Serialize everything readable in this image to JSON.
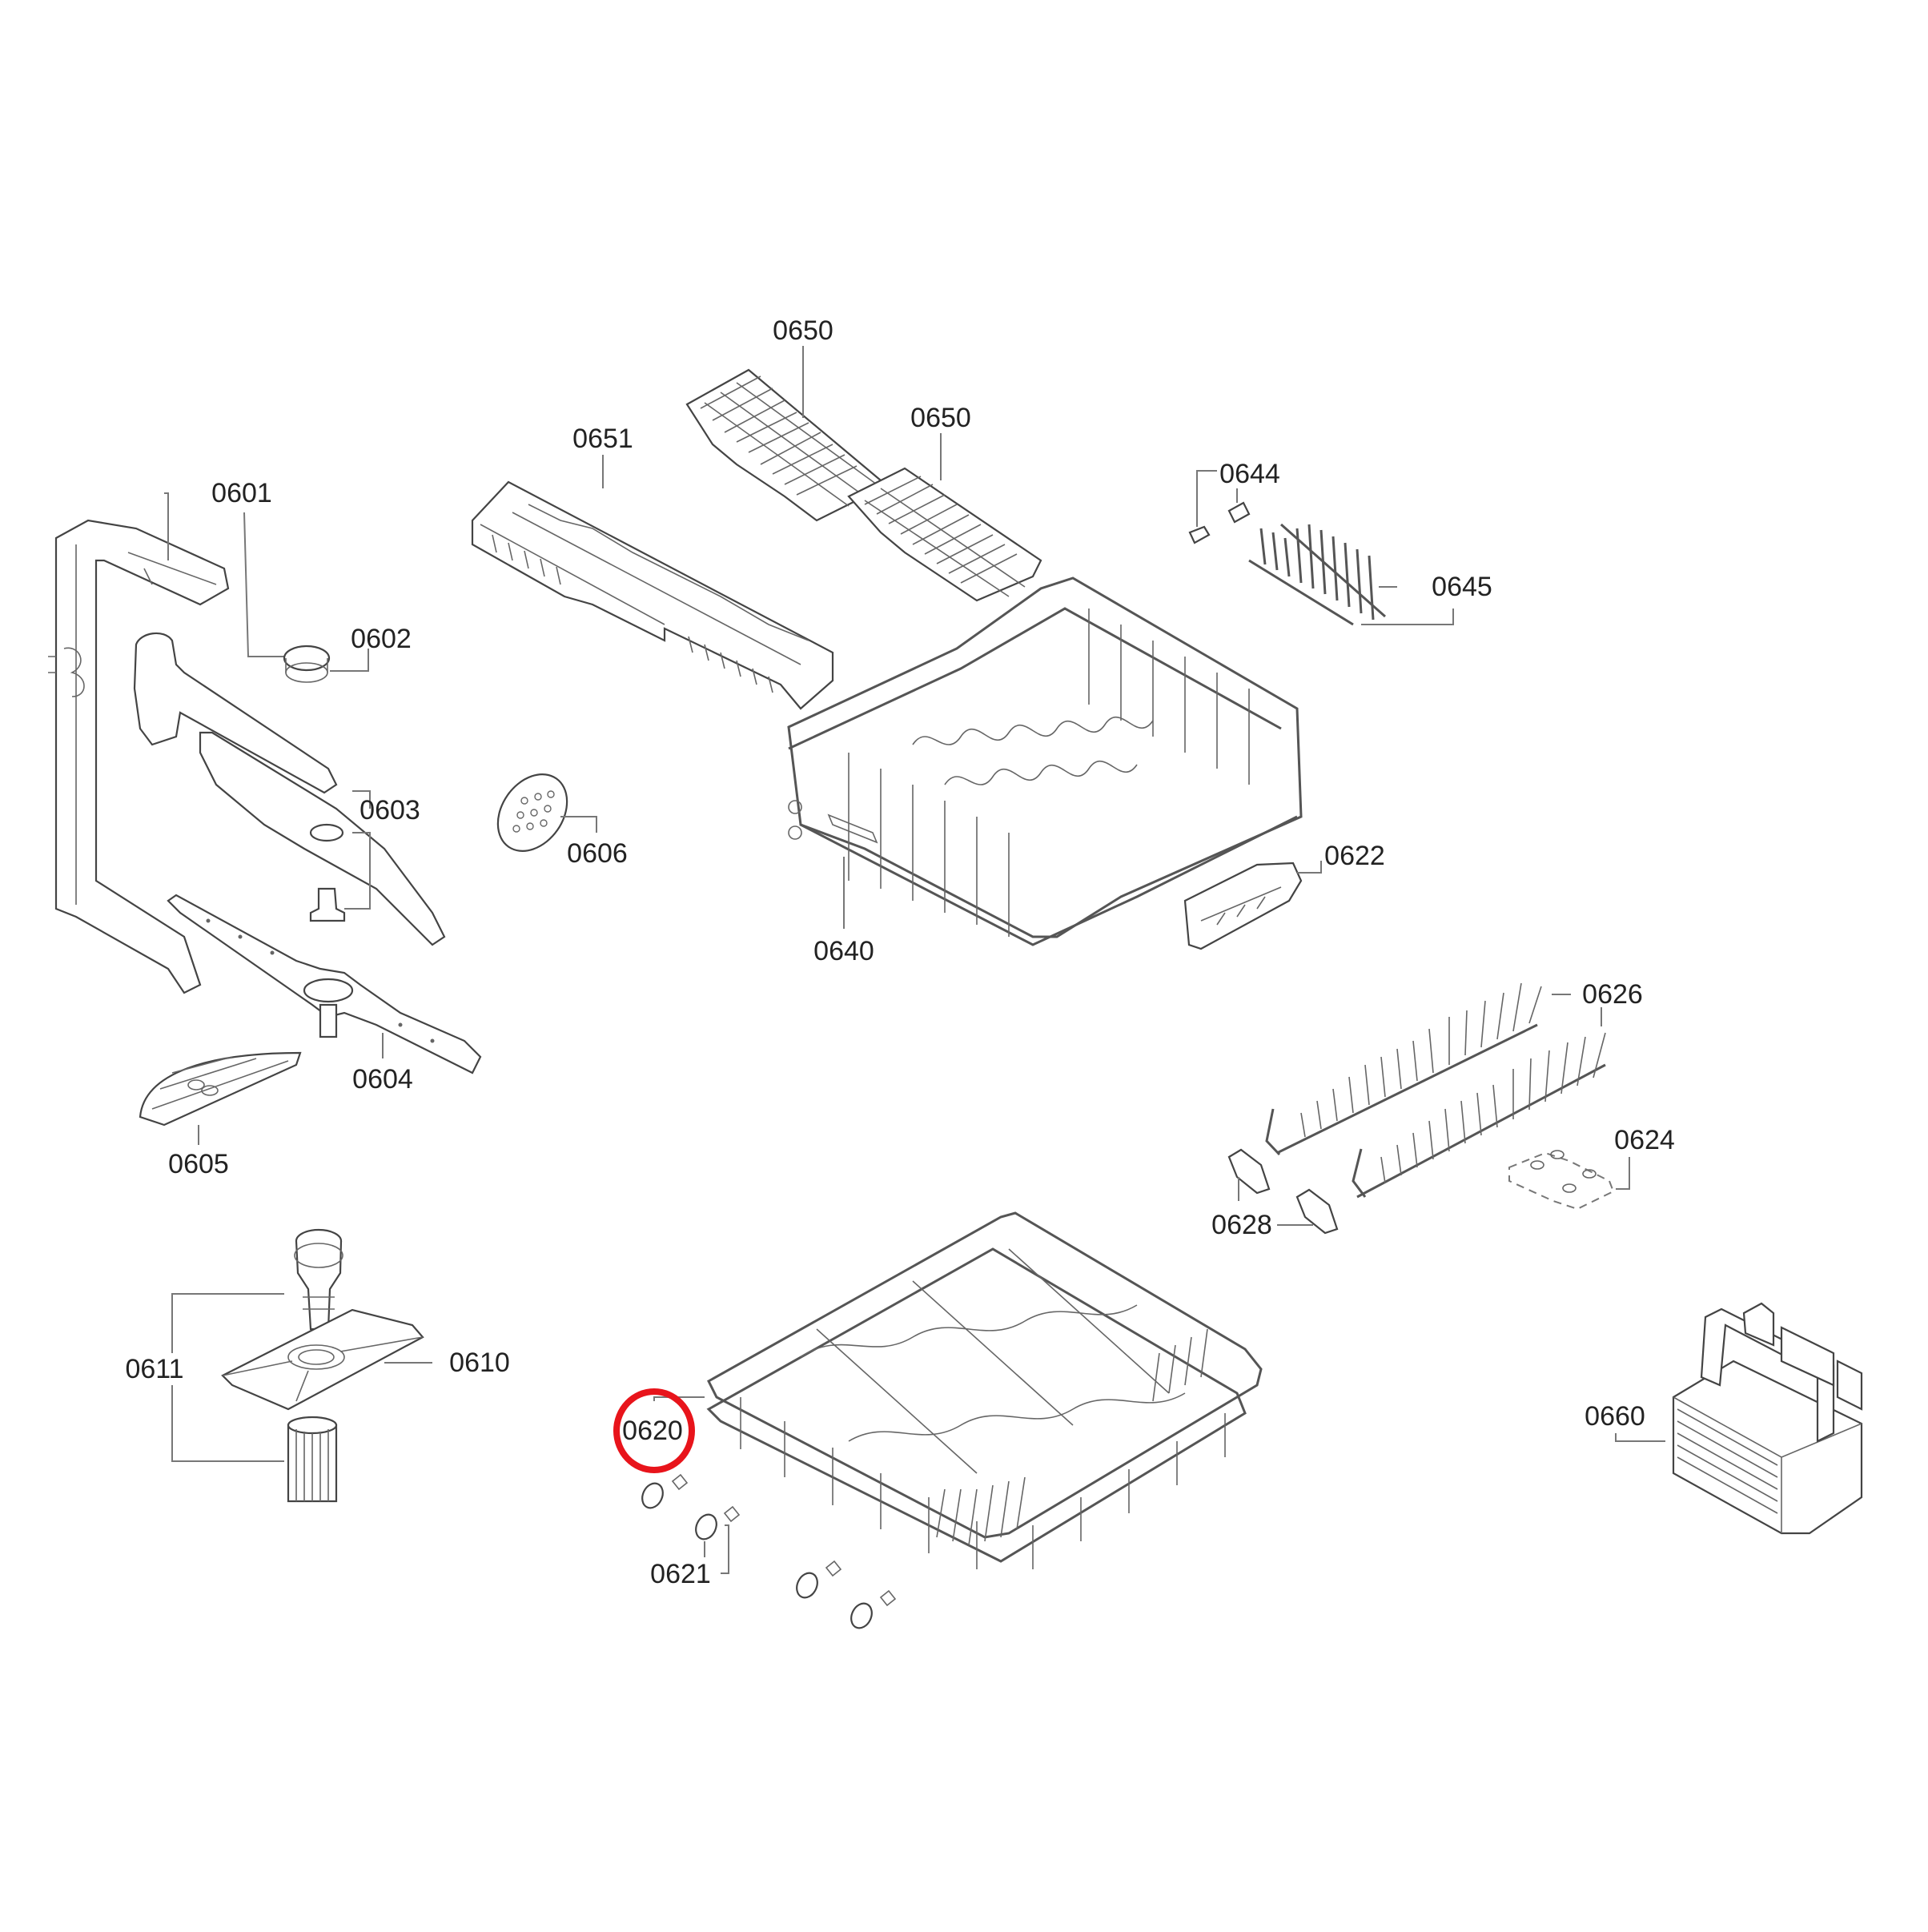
{
  "diagram": {
    "type": "exploded-parts-diagram",
    "subject": "Dishwasher racks, spray arms and filter assembly",
    "background": "#ffffff",
    "line_color": "#444444",
    "highlight_color": "#e8141b"
  },
  "highlight": {
    "part": "0620",
    "shape": "circle"
  },
  "parts": [
    {
      "id": "0601",
      "label": "0601",
      "description": "spray arm supply pipe"
    },
    {
      "id": "0602",
      "label": "0602",
      "description": "pipe connector"
    },
    {
      "id": "0603",
      "label": "0603",
      "description": "upper spray arm"
    },
    {
      "id": "0604",
      "label": "0604",
      "description": "lower spray arm"
    },
    {
      "id": "0605",
      "label": "0605",
      "description": "filter cover"
    },
    {
      "id": "0606",
      "label": "0606",
      "description": "round strainer"
    },
    {
      "id": "0610",
      "label": "0610",
      "description": "flat filter plate"
    },
    {
      "id": "0611",
      "label": "0611",
      "description": "micro filter / fine filter"
    },
    {
      "id": "0620",
      "label": "0620",
      "description": "lower basket"
    },
    {
      "id": "0621",
      "label": "0621",
      "description": "lower basket wheels"
    },
    {
      "id": "0622",
      "label": "0622",
      "description": "handle"
    },
    {
      "id": "0624",
      "label": "0624",
      "description": "clip set"
    },
    {
      "id": "0626",
      "label": "0626",
      "description": "folding tine rows"
    },
    {
      "id": "0628",
      "label": "0628",
      "description": "tine holders"
    },
    {
      "id": "0640",
      "label": "0640",
      "description": "upper basket"
    },
    {
      "id": "0644",
      "label": "0644",
      "description": "clips"
    },
    {
      "id": "0645",
      "label": "0645",
      "description": "cup rack tines"
    },
    {
      "id": "0650",
      "label": "0650",
      "description": "cutlery tray insert (A)"
    },
    {
      "id": "0650b",
      "label": "0650",
      "description": "cutlery tray insert (B)"
    },
    {
      "id": "0651",
      "label": "0651",
      "description": "cutlery drawer"
    },
    {
      "id": "0660",
      "label": "0660",
      "description": "cutlery basket"
    }
  ]
}
